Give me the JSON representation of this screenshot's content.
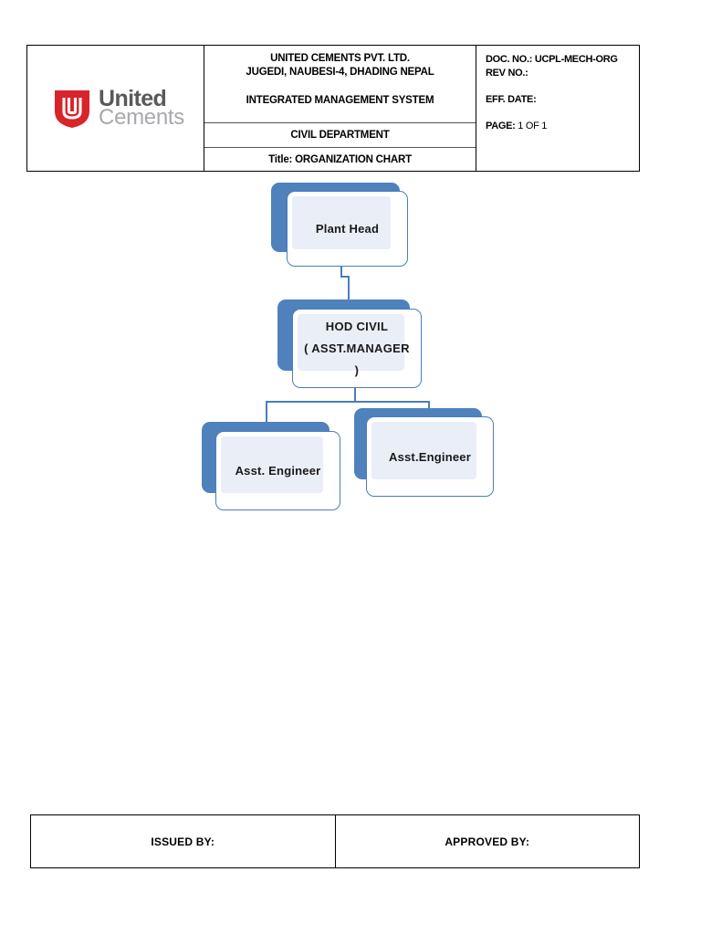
{
  "document": {
    "header": {
      "logo": {
        "mark_alt": "united-cements-logo-mark",
        "word_top": "United",
        "word_bottom": "Cements",
        "mark_color": "#d8242a",
        "word_top_color": "#58595b",
        "word_bottom_color": "#a7a9ac"
      },
      "company_name": "UNITED CEMENTS PVT. LTD.",
      "company_address": "JUGEDI, NAUBESI-4, DHADING NEPAL",
      "system_name": "INTEGRATED MANAGEMENT SYSTEM",
      "department": "CIVIL DEPARTMENT",
      "title": "Title: ORGANIZATION CHART",
      "meta": {
        "doc_no_label": "DOC. NO.: UCPL-MECH-ORG",
        "rev_no_label": "REV NO.:",
        "eff_date_label": "EFF. DATE:",
        "page_label": "PAGE:",
        "page_value": "1 OF 1"
      }
    },
    "org_chart": {
      "nodes": [
        {
          "id": "plant-head",
          "label": "Plant Head"
        },
        {
          "id": "hod-civil",
          "label": "HOD  CIVIL\n( ASST.MANAGER\n)"
        },
        {
          "id": "asst-engineer-1",
          "label": "Asst. Engineer"
        },
        {
          "id": "asst-engineer-2",
          "label": "Asst.Engineer"
        }
      ],
      "node_fill": "#eaeef7",
      "node_border": "#4a7ebb",
      "node_shadow": "#4f81bd",
      "connector_color": "#4a7ebb"
    },
    "footer": {
      "issued_by": "ISSUED BY:",
      "approved_by": "APPROVED BY:"
    }
  }
}
